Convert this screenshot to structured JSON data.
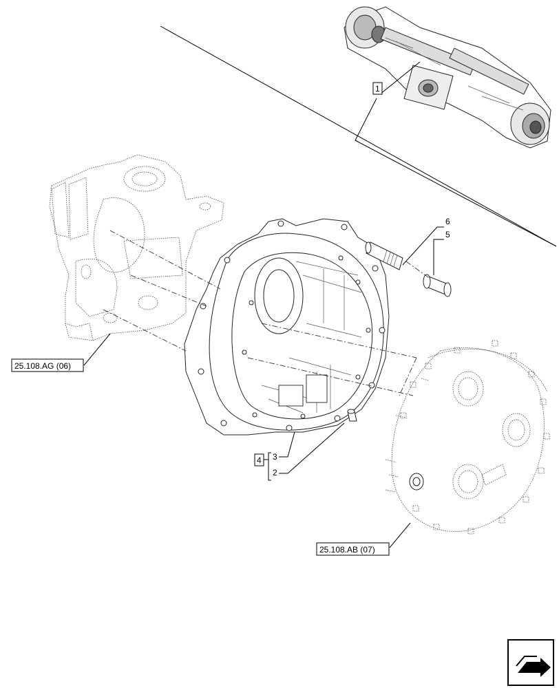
{
  "callouts": {
    "item_1": "1",
    "item_2": "2",
    "item_3": "3",
    "item_4": "4",
    "item_5": "5",
    "item_6": "6"
  },
  "references": {
    "steering_knuckle": "25.108.AG (06)",
    "planetary_cover": "25.108.AB (07)"
  },
  "nav_icon": "next-page-arrow-icon"
}
